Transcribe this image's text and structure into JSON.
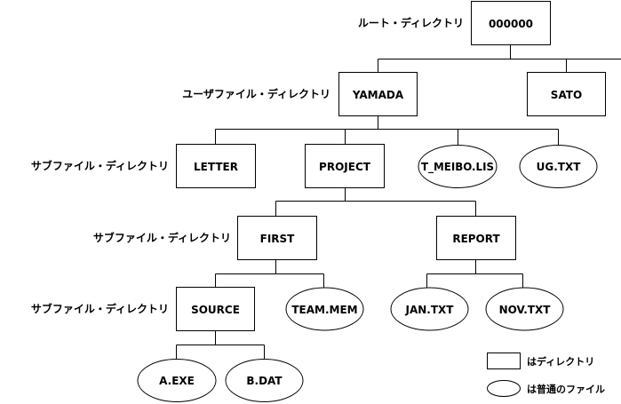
{
  "levels": [
    {
      "id": "root",
      "label": "ルート・ディレクトリ"
    },
    {
      "id": "user",
      "label": "ユーザファイル・ディレクトリ"
    },
    {
      "id": "sub1",
      "label": "サブファイル・ディレクトリ"
    },
    {
      "id": "sub2",
      "label": "サブファイル・ディレクトリ"
    },
    {
      "id": "sub3",
      "label": "サブファイル・ディレクトリ"
    }
  ],
  "nodes": [
    {
      "id": "root",
      "label": "000000",
      "type": "directory",
      "parent": null
    },
    {
      "id": "yamada",
      "label": "YAMADA",
      "type": "directory",
      "parent": "root"
    },
    {
      "id": "sato",
      "label": "SATO",
      "type": "directory",
      "parent": "root"
    },
    {
      "id": "letter",
      "label": "LETTER",
      "type": "directory",
      "parent": "yamada"
    },
    {
      "id": "project",
      "label": "PROJECT",
      "type": "directory",
      "parent": "yamada"
    },
    {
      "id": "tmeibo",
      "label": "T_MEIBO.LIS",
      "type": "file",
      "parent": "yamada"
    },
    {
      "id": "ug",
      "label": "UG.TXT",
      "type": "file",
      "parent": "yamada"
    },
    {
      "id": "first",
      "label": "FIRST",
      "type": "directory",
      "parent": "project"
    },
    {
      "id": "report",
      "label": "REPORT",
      "type": "directory",
      "parent": "project"
    },
    {
      "id": "source",
      "label": "SOURCE",
      "type": "directory",
      "parent": "first"
    },
    {
      "id": "teammem",
      "label": "TEAM.MEM",
      "type": "file",
      "parent": "first"
    },
    {
      "id": "jan",
      "label": "JAN.TXT",
      "type": "file",
      "parent": "report"
    },
    {
      "id": "nov",
      "label": "NOV.TXT",
      "type": "file",
      "parent": "report"
    },
    {
      "id": "aexe",
      "label": "A.EXE",
      "type": "file",
      "parent": "source"
    },
    {
      "id": "bdat",
      "label": "B.DAT",
      "type": "file",
      "parent": "source"
    }
  ],
  "legend": {
    "directory": "はディレクトリ",
    "file": "は普通のファイル"
  }
}
